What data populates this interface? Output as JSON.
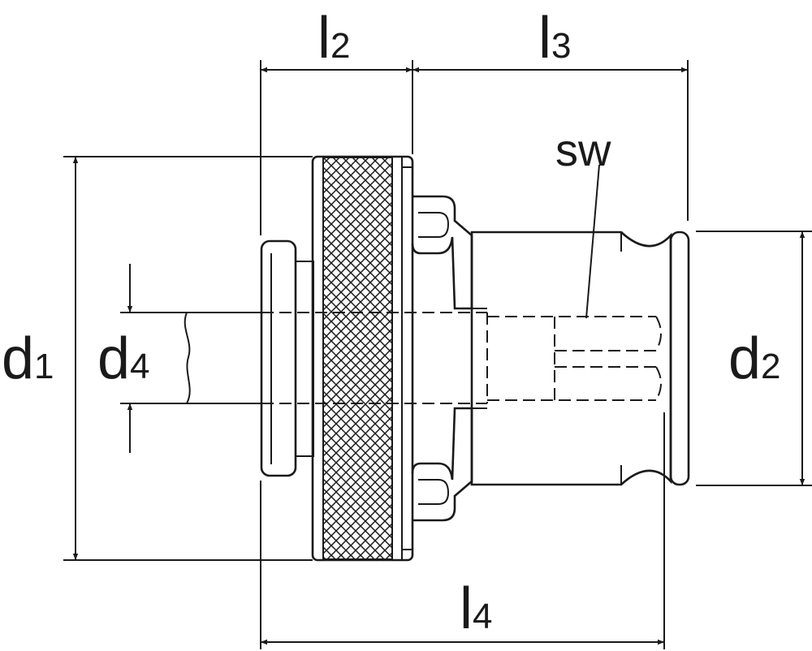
{
  "diagram": {
    "labels": {
      "l2": {
        "main": "l",
        "sub": "2"
      },
      "l3": {
        "main": "l",
        "sub": "3"
      },
      "l4": {
        "main": "l",
        "sub": "4"
      },
      "d1": {
        "main": "d",
        "sub": "1"
      },
      "d2": {
        "main": "d",
        "sub": "2"
      },
      "d4": {
        "main": "d",
        "sub": "4"
      },
      "sw": "sw"
    },
    "colors": {
      "line": "#1a1a1a",
      "background": "#ffffff"
    }
  }
}
